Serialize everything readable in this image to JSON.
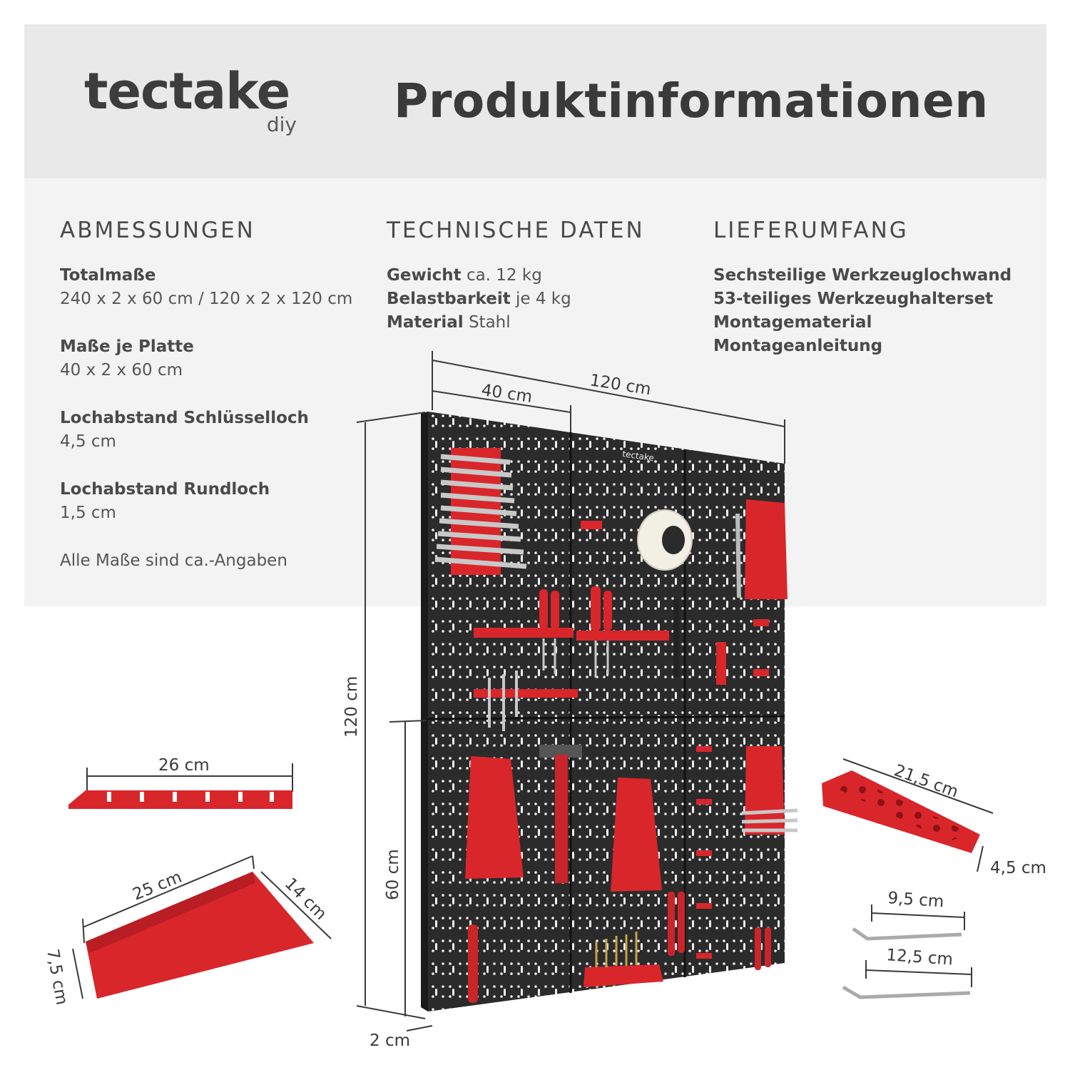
{
  "brand": {
    "name": "tectake",
    "sub": "diy"
  },
  "title": "Produktinformationen",
  "abmessungen": {
    "heading": "ABMESSUNGEN",
    "items": [
      {
        "label": "Totalmaße",
        "value": "240 x 2 x 60 cm / 120 x 2 x 120 cm"
      },
      {
        "label": "Maße je Platte",
        "value": "40 x 2 x 60 cm"
      },
      {
        "label": "Lochabstand Schlüsselloch",
        "value": "4,5 cm"
      },
      {
        "label": "Lochabstand Rundloch",
        "value": "1,5 cm"
      }
    ],
    "note": "Alle Maße sind ca.-Angaben"
  },
  "technische_daten": {
    "heading": "TECHNISCHE DATEN",
    "items": [
      {
        "label": "Gewicht",
        "value": "ca. 12 kg"
      },
      {
        "label": "Belastbarkeit",
        "value": "je 4 kg"
      },
      {
        "label": "Material",
        "value": "Stahl"
      }
    ]
  },
  "lieferumfang": {
    "heading": "LIEFERUMFANG",
    "items": [
      "Sechsteilige Werkzeuglochwand",
      "53-teiliges Werkzeughalterset",
      "Montagematerial",
      "Montageanleitung"
    ]
  },
  "dimensions": {
    "panel_width": "40 cm",
    "total_width": "120 cm",
    "total_height": "120 cm",
    "panel_height": "60 cm",
    "depth": "2 cm",
    "holder_26": "26 cm",
    "tray_length": "25 cm",
    "tray_depth": "14 cm",
    "tray_height": "7,5 cm",
    "bit_holder_length": "21,5 cm",
    "bit_holder_depth": "4,5 cm",
    "hook_short": "9,5 cm",
    "hook_long": "12,5 cm"
  },
  "board_logo": "tectake",
  "colors": {
    "accent_red": "#d9262b",
    "board": "#2b2b2b",
    "text": "#3a3a3a",
    "header_bg": "#e9e9e9",
    "panel_bg": "#f3f3f3"
  }
}
